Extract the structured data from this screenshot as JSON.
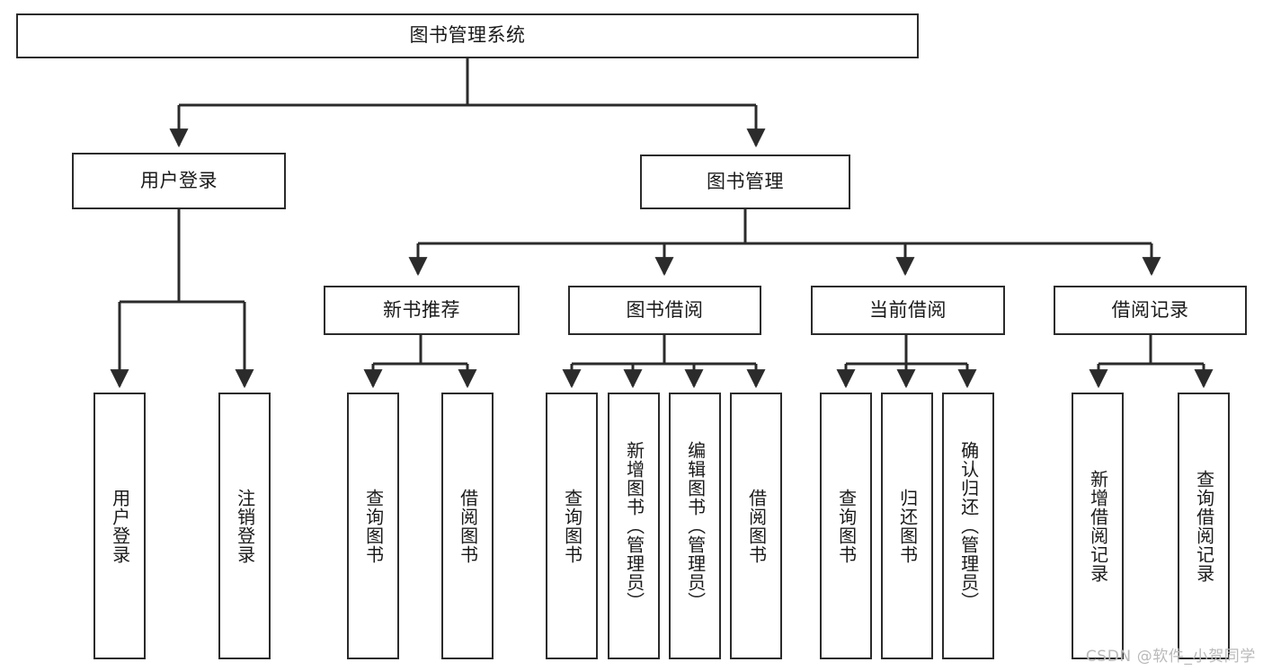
{
  "diagram": {
    "title": "图书管理系统",
    "type": "tree-hierarchy",
    "root": {
      "id": "root",
      "label": "图书管理系统"
    },
    "level1": [
      {
        "id": "user-login",
        "label": "用户登录"
      },
      {
        "id": "book-manage",
        "label": "图书管理"
      }
    ],
    "level2": [
      {
        "id": "new-book-recommend",
        "label": "新书推荐",
        "parent": "book-manage"
      },
      {
        "id": "book-borrow",
        "label": "图书借阅",
        "parent": "book-manage"
      },
      {
        "id": "current-borrow",
        "label": "当前借阅",
        "parent": "book-manage"
      },
      {
        "id": "borrow-record",
        "label": "借阅记录",
        "parent": "book-manage"
      }
    ],
    "leaves": {
      "user_login": [
        {
          "id": "leaf-user-login",
          "label": "用户登录"
        },
        {
          "id": "leaf-logout-login",
          "label": "注销登录"
        }
      ],
      "new_book_recommend": [
        {
          "id": "leaf-query-book-1",
          "label": "查询图书"
        },
        {
          "id": "leaf-borrow-book-1",
          "label": "借阅图书"
        }
      ],
      "book_borrow": [
        {
          "id": "leaf-query-book-2",
          "label": "查询图书"
        },
        {
          "id": "leaf-add-book",
          "label": "新增图书（管理员）"
        },
        {
          "id": "leaf-edit-book",
          "label": "编辑图书（管理员）"
        },
        {
          "id": "leaf-borrow-book-2",
          "label": "借阅图书"
        }
      ],
      "current_borrow": [
        {
          "id": "leaf-query-book-3",
          "label": "查询图书"
        },
        {
          "id": "leaf-return-book",
          "label": "归还图书"
        },
        {
          "id": "leaf-confirm-return",
          "label": "确认归还（管理员）"
        }
      ],
      "borrow_record": [
        {
          "id": "leaf-add-record",
          "label": "新增借阅记录"
        },
        {
          "id": "leaf-query-record",
          "label": "查询借阅记录"
        }
      ]
    }
  },
  "watermark": {
    "text": "CSDN @软件_小贺同学"
  },
  "colors": {
    "stroke": "#2b2b2b",
    "box_fill": "#ffffff",
    "text": "#1a1a1a",
    "watermark": "#b9b9b9",
    "background": "#ffffff"
  }
}
